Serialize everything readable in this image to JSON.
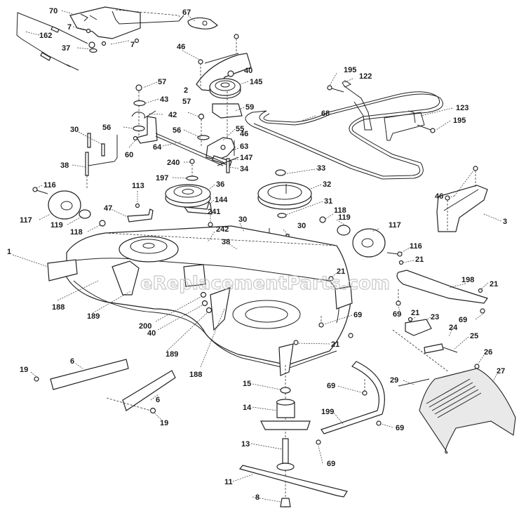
{
  "diagram": {
    "title": "Mower Deck Parts Diagram",
    "watermark": "eReplacementParts.com",
    "callouts": [
      {
        "id": "c70",
        "label": "70",
        "part": "control-bracket"
      },
      {
        "id": "c7a",
        "label": "7",
        "part": "bolt"
      },
      {
        "id": "c7b",
        "label": "7",
        "part": "bolt"
      },
      {
        "id": "c162",
        "label": "162",
        "part": "engagement-cable"
      },
      {
        "id": "c37",
        "label": "37",
        "part": "washer"
      },
      {
        "id": "c67",
        "label": "67",
        "part": "keeper"
      },
      {
        "id": "c46a",
        "label": "46",
        "part": "screw"
      },
      {
        "id": "c40a",
        "label": "40",
        "part": "nut"
      },
      {
        "id": "c2",
        "label": "2",
        "part": "belt-shield"
      },
      {
        "id": "c145",
        "label": "145",
        "part": "idler-pulley"
      },
      {
        "id": "c57a",
        "label": "57",
        "part": "bolt"
      },
      {
        "id": "c43",
        "label": "43",
        "part": "washer"
      },
      {
        "id": "c42",
        "label": "42",
        "part": "spring"
      },
      {
        "id": "c56a",
        "label": "56",
        "part": "washer"
      },
      {
        "id": "c60",
        "label": "60",
        "part": "nut"
      },
      {
        "id": "c64",
        "label": "64",
        "part": "rod"
      },
      {
        "id": "c57b",
        "label": "57",
        "part": "bolt"
      },
      {
        "id": "c59",
        "label": "59",
        "part": "bracket"
      },
      {
        "id": "c56b",
        "label": "56",
        "part": "washer"
      },
      {
        "id": "c55",
        "label": "55",
        "part": "idler-arm"
      },
      {
        "id": "c46b",
        "label": "46",
        "part": "screw"
      },
      {
        "id": "c63",
        "label": "63",
        "part": "pin"
      },
      {
        "id": "c147",
        "label": "147",
        "part": "spring"
      },
      {
        "id": "c34",
        "label": "34",
        "part": "bolt"
      },
      {
        "id": "c30a",
        "label": "30",
        "part": "bolt"
      },
      {
        "id": "c38a",
        "label": "38",
        "part": "bracket"
      },
      {
        "id": "c240",
        "label": "240",
        "part": "bolt"
      },
      {
        "id": "c197",
        "label": "197",
        "part": "washer"
      },
      {
        "id": "c36",
        "label": "36",
        "part": "idler-pulley"
      },
      {
        "id": "c144",
        "label": "144",
        "part": "belt-guide"
      },
      {
        "id": "c241",
        "label": "241",
        "part": "bolt"
      },
      {
        "id": "c242",
        "label": "242",
        "part": "nut"
      },
      {
        "id": "c195a",
        "label": "195",
        "part": "bolt"
      },
      {
        "id": "c122",
        "label": "122",
        "part": "belt-keeper"
      },
      {
        "id": "c68",
        "label": "68",
        "part": "v-belt"
      },
      {
        "id": "c123",
        "label": "123",
        "part": "belt-keeper"
      },
      {
        "id": "c195b",
        "label": "195",
        "part": "bolt"
      },
      {
        "id": "c33",
        "label": "33",
        "part": "nut"
      },
      {
        "id": "c32",
        "label": "32",
        "part": "pulley"
      },
      {
        "id": "c31",
        "label": "31",
        "part": "washer"
      },
      {
        "id": "c46c",
        "label": "46",
        "part": "screw"
      },
      {
        "id": "c3",
        "label": "3",
        "part": "pulley-cover"
      },
      {
        "id": "c116a",
        "label": "116",
        "part": "bolt"
      },
      {
        "id": "c117a",
        "label": "117",
        "part": "gauge-wheel"
      },
      {
        "id": "c119a",
        "label": "119",
        "part": "washer"
      },
      {
        "id": "c118a",
        "label": "118",
        "part": "nut"
      },
      {
        "id": "c113",
        "label": "113",
        "part": "screw"
      },
      {
        "id": "c47",
        "label": "47",
        "part": "belt-guide"
      },
      {
        "id": "c30b",
        "label": "30",
        "part": "bolt"
      },
      {
        "id": "c38b",
        "label": "38",
        "part": "bracket"
      },
      {
        "id": "c30c",
        "label": "30",
        "part": "bolt"
      },
      {
        "id": "c118b",
        "label": "118",
        "part": "nut"
      },
      {
        "id": "c119b",
        "label": "119",
        "part": "washer"
      },
      {
        "id": "c117b",
        "label": "117",
        "part": "gauge-wheel"
      },
      {
        "id": "c116b",
        "label": "116",
        "part": "bolt"
      },
      {
        "id": "c21a",
        "label": "21",
        "part": "nut"
      },
      {
        "id": "c1",
        "label": "1",
        "part": "mower-housing"
      },
      {
        "id": "c188a",
        "label": "188",
        "part": "bolt"
      },
      {
        "id": "c189a",
        "label": "189",
        "part": "nut"
      },
      {
        "id": "c200",
        "label": "200",
        "part": "washer"
      },
      {
        "id": "c40b",
        "label": "40",
        "part": "nut"
      },
      {
        "id": "c189b",
        "label": "189",
        "part": "nut"
      },
      {
        "id": "c188b",
        "label": "188",
        "part": "bolt"
      },
      {
        "id": "c21b",
        "label": "21",
        "part": "nut"
      },
      {
        "id": "c69a",
        "label": "69",
        "part": "bolt"
      },
      {
        "id": "c21c",
        "label": "21",
        "part": "nut"
      },
      {
        "id": "c198",
        "label": "198",
        "part": "deck-baffle"
      },
      {
        "id": "c21d",
        "label": "21",
        "part": "nut"
      },
      {
        "id": "c69b",
        "label": "69",
        "part": "bolt"
      },
      {
        "id": "c69c",
        "label": "69",
        "part": "bolt"
      },
      {
        "id": "c21e",
        "label": "21",
        "part": "nut"
      },
      {
        "id": "c23",
        "label": "23",
        "part": "bracket"
      },
      {
        "id": "c24",
        "label": "24",
        "part": "rod"
      },
      {
        "id": "c25",
        "label": "25",
        "part": "spring"
      },
      {
        "id": "c26",
        "label": "26",
        "part": "nut"
      },
      {
        "id": "c27",
        "label": "27",
        "part": "discharge-chute"
      },
      {
        "id": "c29",
        "label": "29",
        "part": "rod"
      },
      {
        "id": "c19a",
        "label": "19",
        "part": "bolt"
      },
      {
        "id": "c6a",
        "label": "6",
        "part": "hanger-bracket"
      },
      {
        "id": "c6b",
        "label": "6",
        "part": "hanger-bracket"
      },
      {
        "id": "c19b",
        "label": "19",
        "part": "bolt"
      },
      {
        "id": "c15",
        "label": "15",
        "part": "nut"
      },
      {
        "id": "c14",
        "label": "14",
        "part": "spindle-housing"
      },
      {
        "id": "c13",
        "label": "13",
        "part": "spindle-shaft"
      },
      {
        "id": "c11",
        "label": "11",
        "part": "blade"
      },
      {
        "id": "c8",
        "label": "8",
        "part": "blade-bolt"
      },
      {
        "id": "c69d",
        "label": "69",
        "part": "bolt"
      },
      {
        "id": "c199",
        "label": "199",
        "part": "deck-baffle"
      },
      {
        "id": "c69e",
        "label": "69",
        "part": "bolt"
      },
      {
        "id": "c69f",
        "label": "69",
        "part": "bolt"
      }
    ]
  }
}
